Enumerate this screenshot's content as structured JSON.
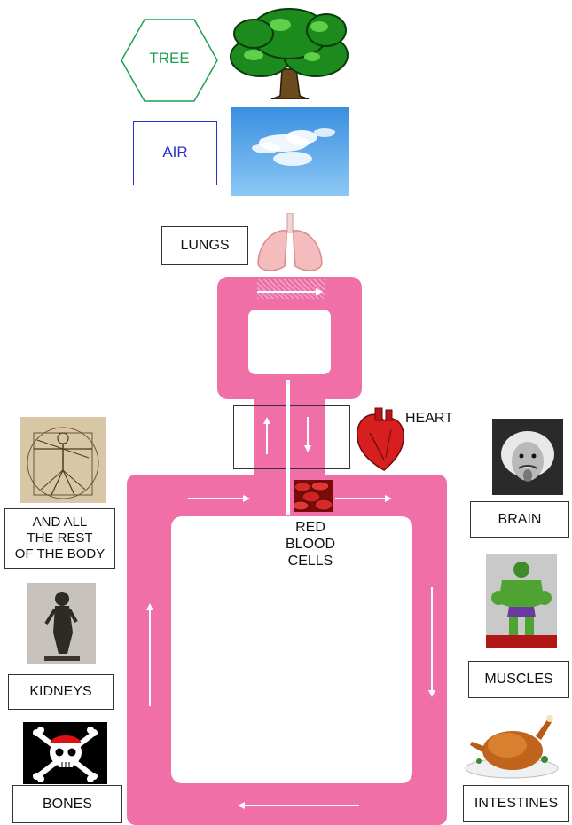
{
  "labels": {
    "tree": "TREE",
    "air": "AIR",
    "lungs": "LUNGS",
    "heart": "HEART",
    "brain": "BRAIN",
    "red_blood_cells": [
      "RED",
      "BLOOD",
      "CELLS"
    ],
    "rest_of_body": [
      "AND ALL",
      "THE REST",
      "OF THE BODY"
    ],
    "kidneys": "KIDNEYS",
    "muscles": "MUSCLES",
    "bones": "BONES",
    "intestines": "INTESTINES"
  },
  "icons": [
    "tree-icon",
    "sky-icon",
    "lungs-icon",
    "heart-icon",
    "blood-cells-icon",
    "vitruvian-man-icon",
    "statue-icon",
    "einstein-icon",
    "hulk-icon",
    "skull-crossbones-icon",
    "roast-chicken-icon"
  ],
  "colors": {
    "vessel": "#ef6fa6",
    "tree_text": "#1aa150",
    "air_text": "#2a2fd0"
  }
}
